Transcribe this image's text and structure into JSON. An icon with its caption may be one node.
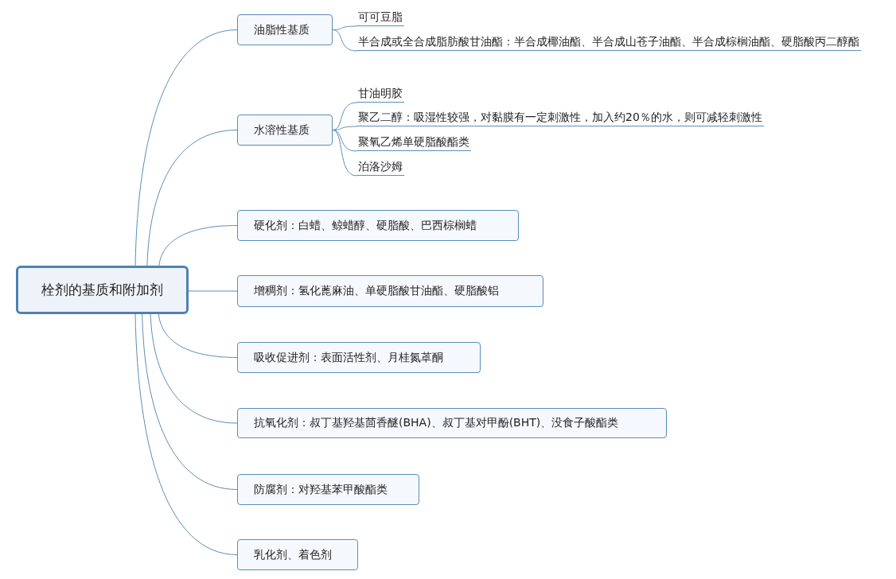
{
  "diagram": {
    "nodes": [
      {
        "text": [
          "栓剂的基质和附加剂"
        ]
      },
      {
        "text": [
          "油脂性基质"
        ]
      },
      {
        "text": [
          "可可豆脂"
        ]
      },
      {
        "text": [
          "半合成或全合成脂肪酸甘油酯：半合成椰油酯、半合成山苍子油酯、半合成棕榈油酯、硬脂酸丙二醇酯"
        ]
      },
      {
        "text": [
          "水溶性基质"
        ]
      },
      {
        "text": [
          "甘油明胶"
        ]
      },
      {
        "text": [
          "聚乙二醇：吸湿性较强，对黏膜有一定刺激性，加入约20％的水，则可减轻刺激性"
        ]
      },
      {
        "text": [
          "聚氧乙烯单硬脂酸酯类"
        ]
      },
      {
        "text": [
          "泊洛沙姆"
        ]
      },
      {
        "text": [
          "硬化剂：白蜡、鲸蜡醇、硬脂酸、巴西棕榈蜡"
        ]
      },
      {
        "text": [
          "增稠剂：氢化蓖麻油、单硬脂酸甘油酯、硬脂酸铝"
        ]
      },
      {
        "text": [
          "吸收促进剂：表面活性剂、月桂氮䓬酮"
        ]
      },
      {
        "text": [
          "抗氧化剂：叔丁基羟基茴香醚(BHA)、叔丁基对甲酚(BHT)、没食子酸酯类"
        ]
      },
      {
        "text": [
          "防腐剂：对羟基苯甲酸酯类"
        ]
      },
      {
        "text": [
          "乳化剂、着色剂"
        ]
      }
    ],
    "edges": [
      {
        "from": 0,
        "to": 1,
        "arrow": "none"
      },
      {
        "from": 1,
        "to": 2,
        "arrow": "none"
      },
      {
        "from": 1,
        "to": 3,
        "arrow": "none"
      },
      {
        "from": 0,
        "to": 4,
        "arrow": "none"
      },
      {
        "from": 4,
        "to": 5,
        "arrow": "none"
      },
      {
        "from": 4,
        "to": 6,
        "arrow": "none"
      },
      {
        "from": 4,
        "to": 7,
        "arrow": "none"
      },
      {
        "from": 4,
        "to": 8,
        "arrow": "none"
      },
      {
        "from": 0,
        "to": 9,
        "arrow": "none"
      },
      {
        "from": 0,
        "to": 10,
        "arrow": "none"
      },
      {
        "from": 0,
        "to": 11,
        "arrow": "none"
      },
      {
        "from": 0,
        "to": 12,
        "arrow": "none"
      },
      {
        "from": 0,
        "to": 13,
        "arrow": "none"
      },
      {
        "from": 0,
        "to": 14,
        "arrow": "none"
      }
    ]
  }
}
